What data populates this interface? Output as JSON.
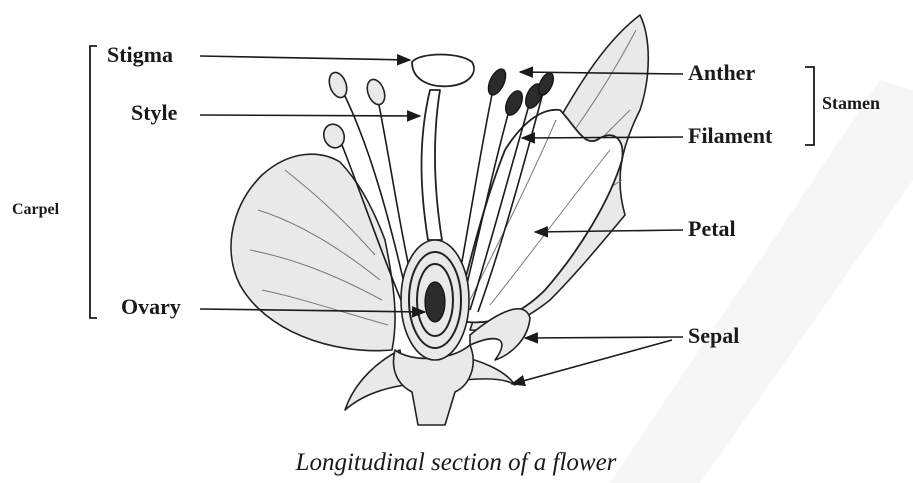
{
  "labels": {
    "stigma": "Stigma",
    "style": "Style",
    "carpel": "Carpel",
    "ovary": "Ovary",
    "anther": "Anther",
    "filament": "Filament",
    "stamen": "Stamen",
    "petal": "Petal",
    "sepal": "Sepal"
  },
  "caption": "Longitudinal section of a flower",
  "colors": {
    "ink": "#1a1a1a",
    "background": "#ffffff"
  }
}
